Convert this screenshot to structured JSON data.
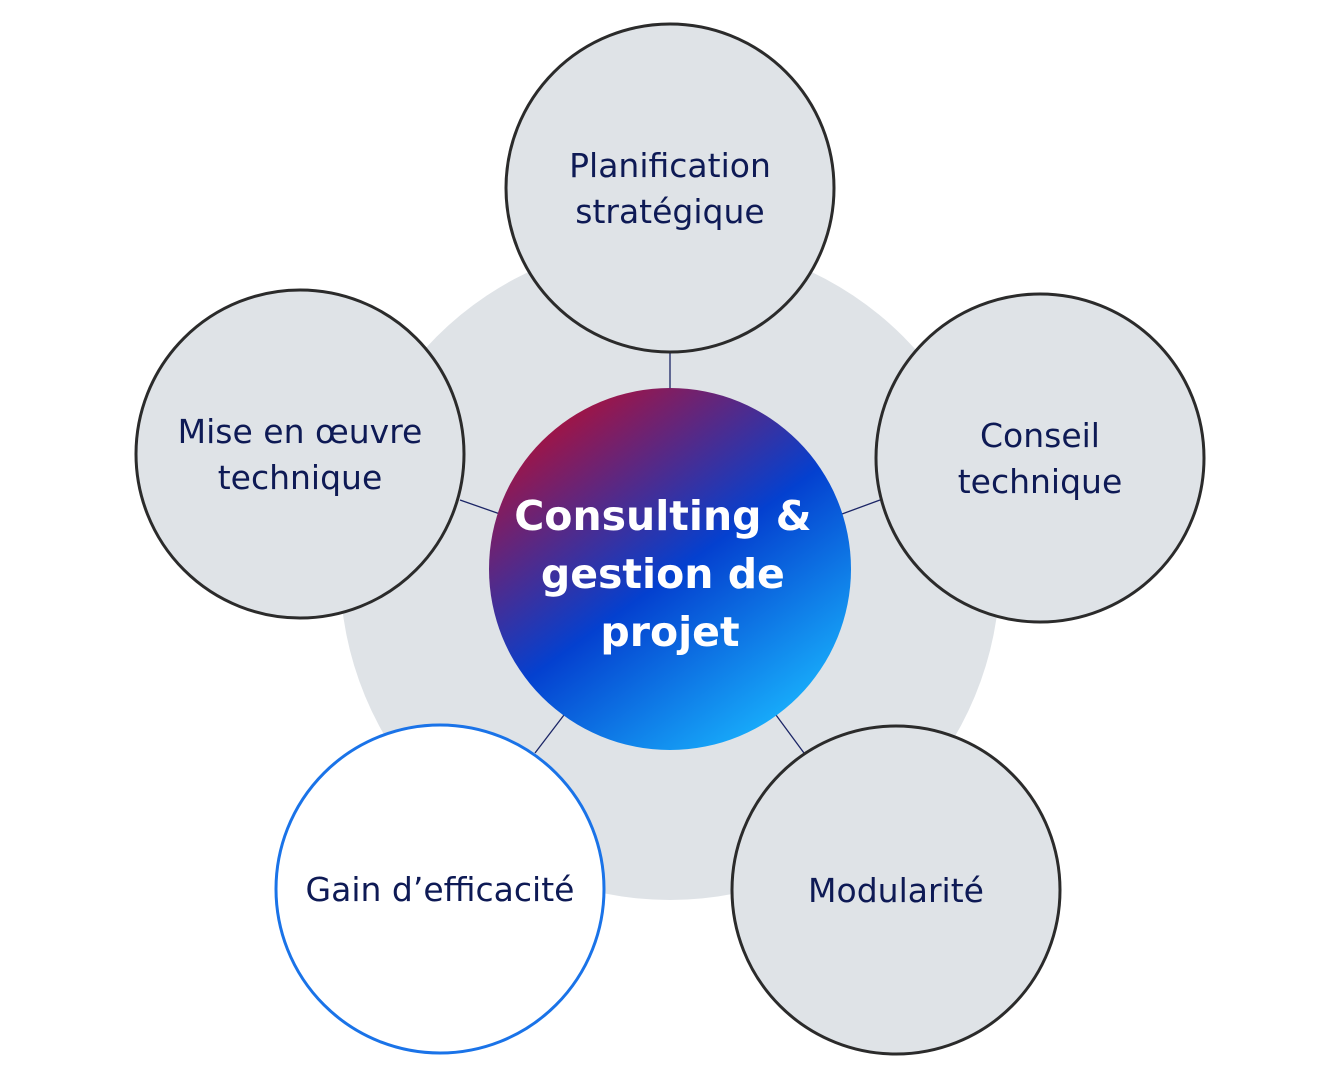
{
  "center": {
    "lines": [
      "Consulting &",
      "gestion de",
      "projet"
    ]
  },
  "nodes": [
    {
      "id": "planification",
      "lines": [
        "Planification",
        "stratégique"
      ],
      "highlighted": false
    },
    {
      "id": "conseil",
      "lines": [
        "Conseil",
        "technique"
      ],
      "highlighted": false
    },
    {
      "id": "modularite",
      "lines": [
        "Modularité"
      ],
      "highlighted": false
    },
    {
      "id": "gain",
      "lines": [
        "Gain d’efficacité"
      ],
      "highlighted": true
    },
    {
      "id": "mise-en-oeuvre",
      "lines": [
        "Mise en œuvre",
        "technique"
      ],
      "highlighted": false
    }
  ],
  "colors": {
    "background_ring": "#dfe3e7",
    "node_fill": "#dfe3e7",
    "node_stroke": "#2b2b2b",
    "highlight_stroke": "#1a73e8",
    "text": "#0e1a55",
    "gradient": [
      "#a8123e",
      "#0039c9",
      "#1ab8ff"
    ]
  }
}
